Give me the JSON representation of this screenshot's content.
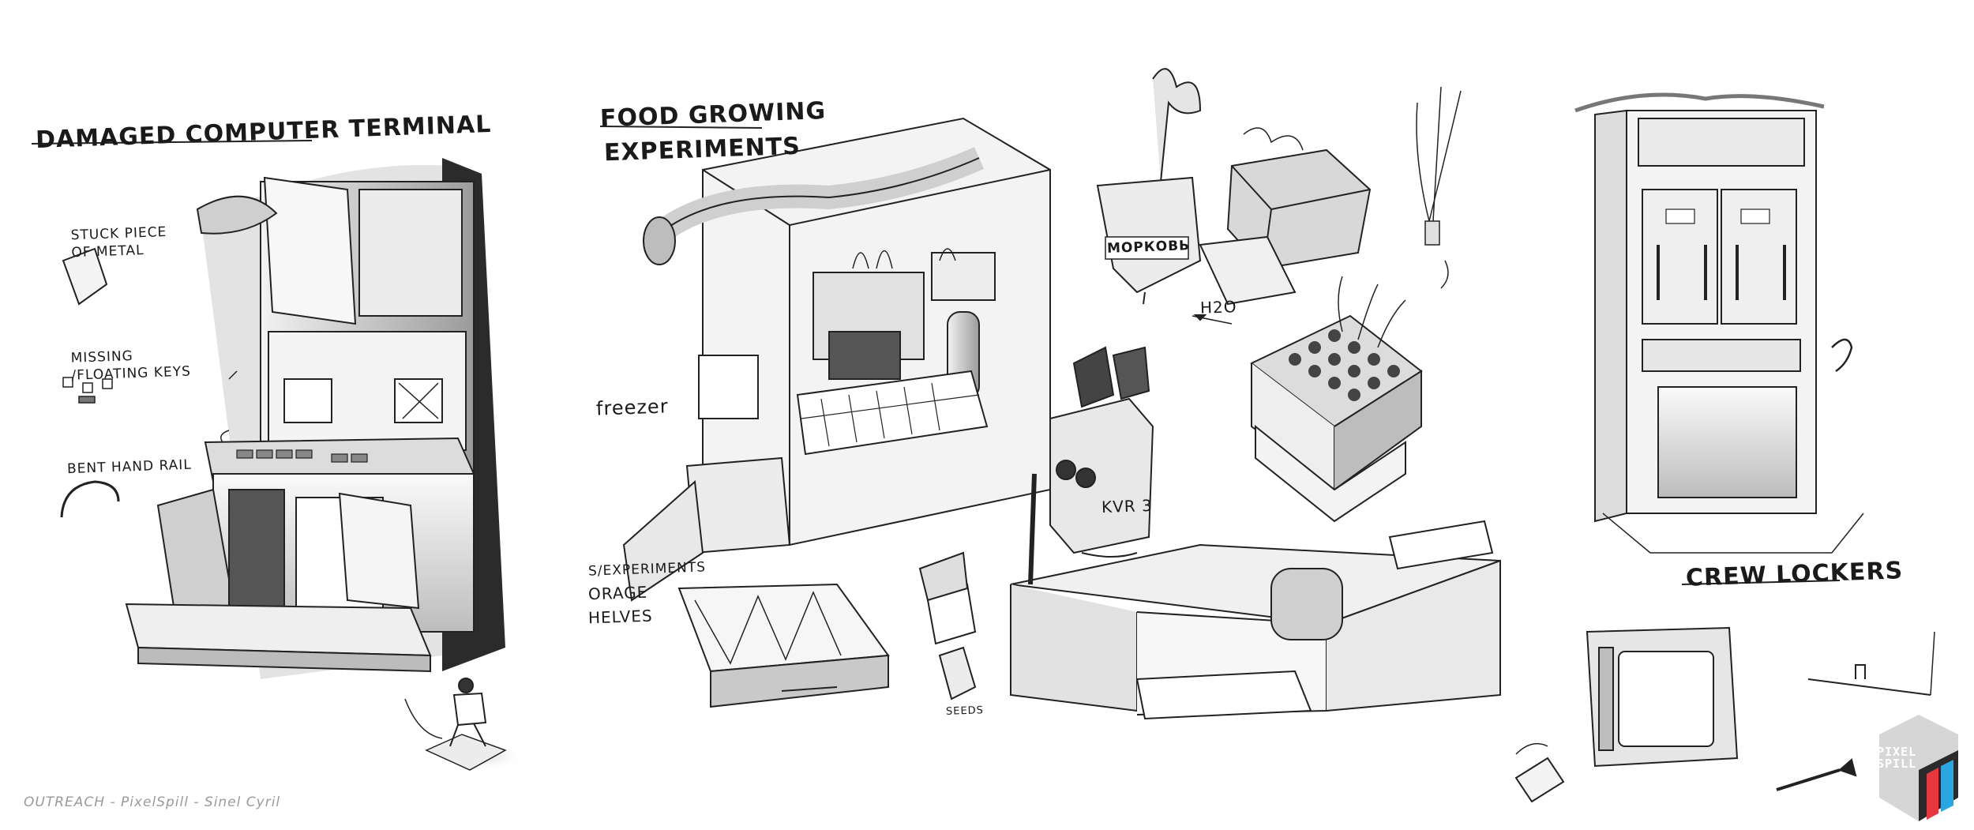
{
  "labels": {
    "terminal_title": "Damaged Computer Terminal",
    "stuck_metal": "Stuck piece of metal",
    "missing_keys": "Missing /floating keys",
    "bent_rail": "Bent hand rail",
    "food_title_1": "Food Growing",
    "food_title_2": "Experiments",
    "freezer": "freezer",
    "storage_1": "s/Experiments",
    "storage_2": "orage",
    "storage_3": "helves",
    "bag_label": "МОРКОВЬ",
    "h2o": "H2O",
    "seeds": "seeds",
    "microscope_label": "KVR 3",
    "crew_lockers": "Crew Lockers"
  },
  "footer": {
    "credit": "OUTREACH - PixelSpill - Sinel Cyril"
  },
  "logo": {
    "line1": "PIXEL",
    "line2": "SPILL",
    "colors": [
      "#d6d6d6",
      "#e8373f",
      "#2aa6e0",
      "#2a2a2a"
    ]
  }
}
